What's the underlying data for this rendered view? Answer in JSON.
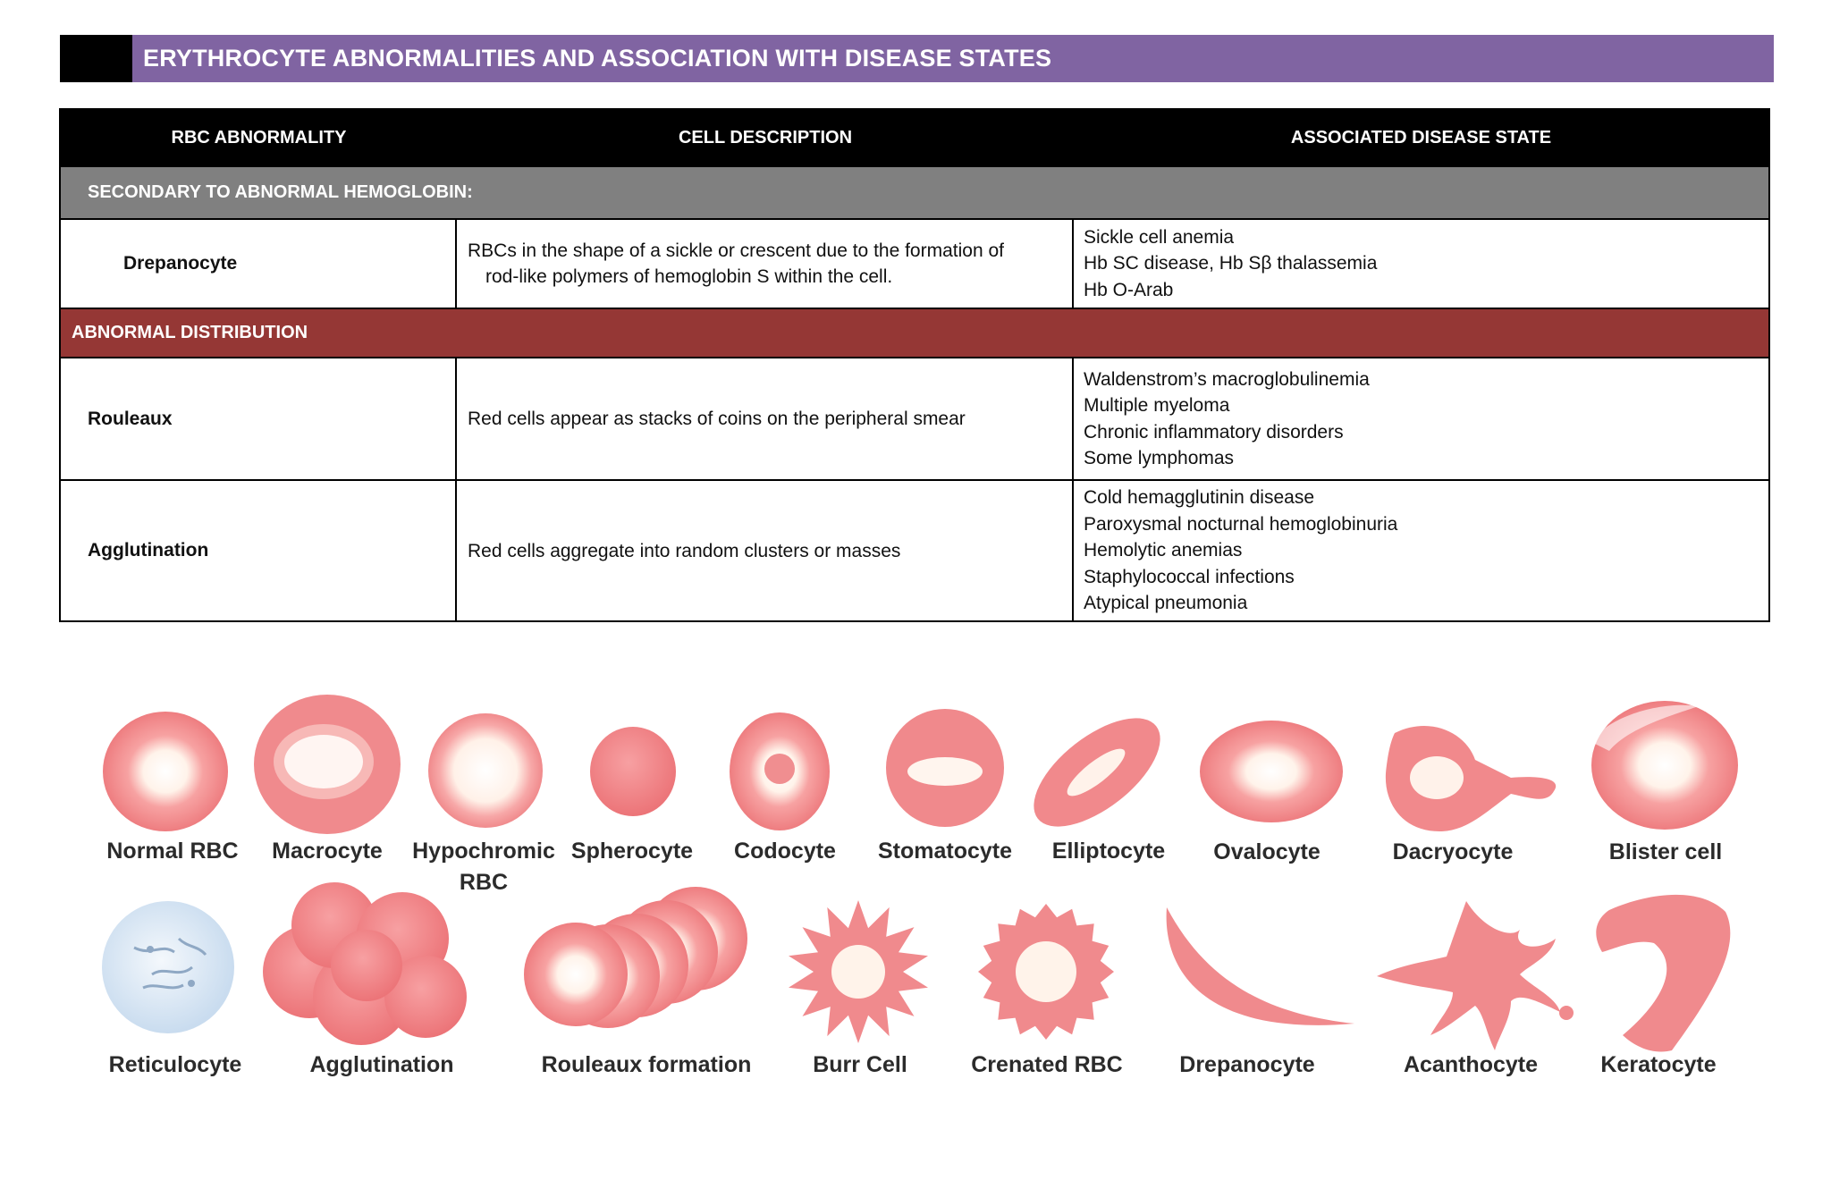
{
  "title": "ERYTHROCYTE ABNORMALITIES AND ASSOCIATION WITH DISEASE STATES",
  "table": {
    "headers": [
      "RBC ABNORMALITY",
      "CELL DESCRIPTION",
      "ASSOCIATED DISEASE STATE"
    ],
    "section1": "SECONDARY TO ABNORMAL HEMOGLOBIN:",
    "drepanocyte": {
      "name": "Drepanocyte",
      "desc1": "RBCs in the shape of a sickle or crescent due to the formation of",
      "desc2": "rod-like polymers of hemoglobin S within the cell.",
      "diseases": [
        "Sickle cell anemia",
        "Hb SC disease, Hb Sβ thalassemia",
        "Hb O-Arab"
      ]
    },
    "section2": "ABNORMAL DISTRIBUTION",
    "rouleaux": {
      "name": "Rouleaux",
      "desc": "Red cells appear as stacks of coins on the peripheral smear",
      "diseases": [
        "Waldenstrom’s macroglobulinemia",
        "Multiple myeloma",
        "Chronic inflammatory disorders",
        "Some lymphomas"
      ]
    },
    "agglutination": {
      "name": "Agglutination",
      "desc": "Red cells aggregate into random clusters or masses",
      "diseases": [
        "Cold hemagglutinin disease",
        "Paroxysmal nocturnal hemoglobinuria",
        "Hemolytic anemias",
        "Staphylococcal infections",
        "Atypical pneumonia"
      ]
    }
  },
  "illustrations": {
    "row1": [
      "Normal RBC",
      "Macrocyte",
      "Hypochromic",
      "Spherocyte",
      "Codocyte",
      "Stomatocyte",
      "Elliptocyte",
      "Ovalocyte",
      "Dacryocyte",
      "Blister cell"
    ],
    "row1_extra": "RBC",
    "row2": [
      "Reticulocyte",
      "Agglutination",
      "Rouleaux formation",
      "Burr Cell",
      "Crenated RBC",
      "Drepanocyte",
      "Acanthocyte",
      "Keratocyte"
    ]
  }
}
